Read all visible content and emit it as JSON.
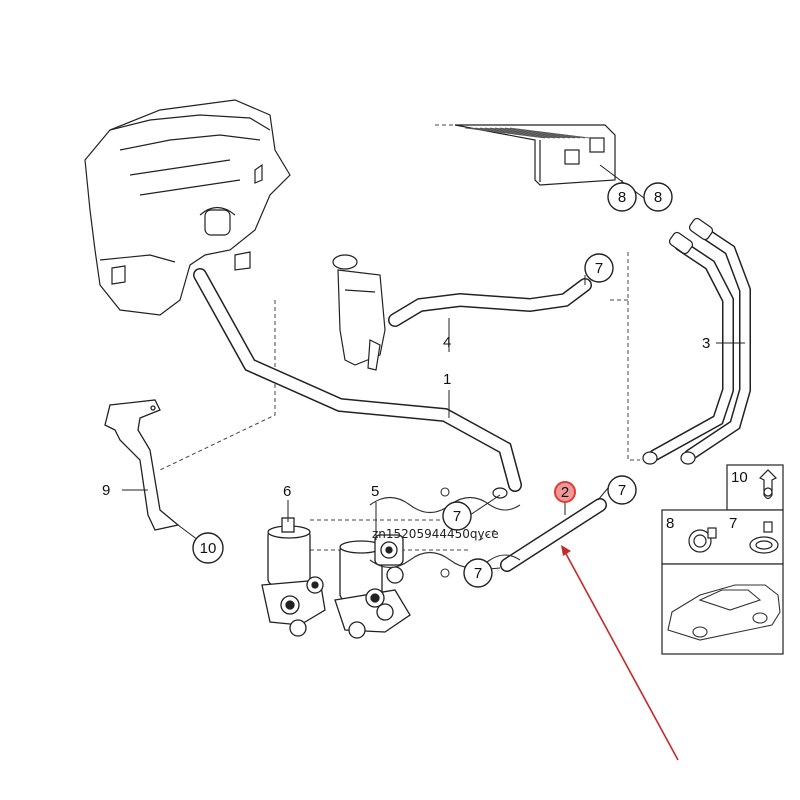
{
  "diagram": {
    "part_numbers": {
      "p1": "1",
      "p2": "2",
      "p3": "3",
      "p4": "4",
      "p5": "5",
      "p6": "6",
      "p7": "7",
      "p8": "8",
      "p9": "9",
      "p10": "10"
    },
    "inset_labels": {
      "clip_10": "10",
      "clamp_8": "8",
      "clamp_7": "7"
    },
    "watermark": "zn15205944450qyce",
    "colors": {
      "line": "#1a1a1a",
      "highlight": "#e53935",
      "arrow": "#c62828",
      "text": "#111111"
    }
  }
}
